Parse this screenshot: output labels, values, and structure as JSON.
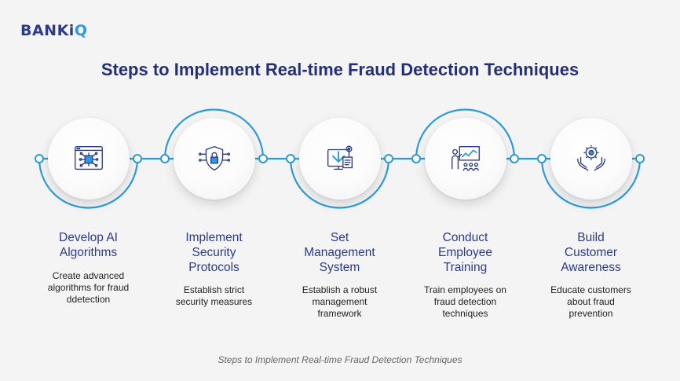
{
  "brand": {
    "name_main": "BANKi",
    "name_accent": "Q"
  },
  "title": "Steps to Implement Real-time Fraud Detection Techniques",
  "caption": "Steps to Implement Real-time Fraud Detection Techniques",
  "colors": {
    "accent": "#2a9be0",
    "heading": "#25307a",
    "icon": "#2a3b8f"
  },
  "steps": [
    {
      "title_lines": [
        "Develop AI",
        "Algorithms"
      ],
      "desc_lines": [
        "Create advanced",
        "algorithms for fraud",
        "ddetection"
      ],
      "icon": "ai-chip-icon"
    },
    {
      "title_lines": [
        "Implement",
        "Security",
        "Protocols"
      ],
      "desc_lines": [
        "Establish strict",
        "security measures"
      ],
      "icon": "security-shield-icon"
    },
    {
      "title_lines": [
        "Set",
        "Management",
        "System"
      ],
      "desc_lines": [
        "Establish a robust",
        "management",
        "framework"
      ],
      "icon": "management-monitor-icon"
    },
    {
      "title_lines": [
        "Conduct",
        "Employee",
        "Training"
      ],
      "desc_lines": [
        "Train employees on",
        "fraud detection",
        "techniques"
      ],
      "icon": "training-presentation-icon"
    },
    {
      "title_lines": [
        "Build",
        "Customer",
        "Awareness"
      ],
      "desc_lines": [
        "Educate customers",
        "about fraud",
        "prevention"
      ],
      "icon": "customer-hands-icon"
    }
  ]
}
